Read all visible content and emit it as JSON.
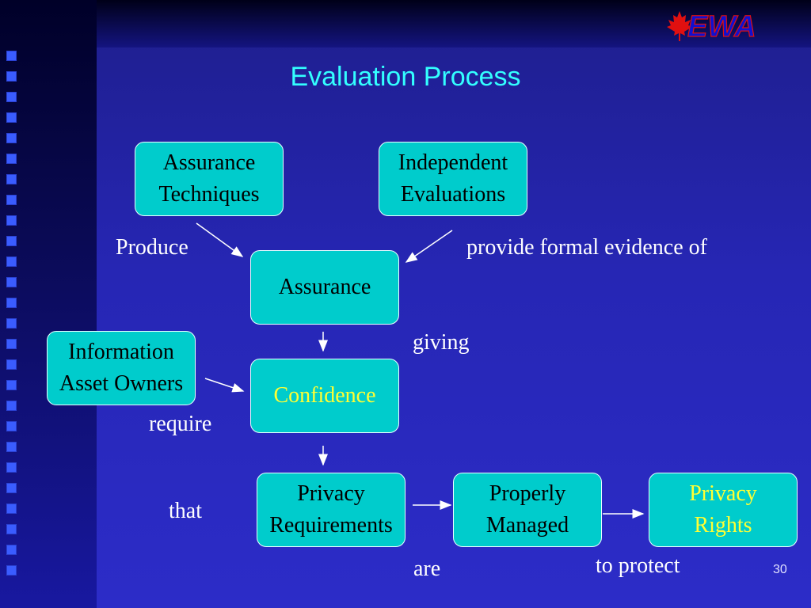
{
  "slide": {
    "title": "Evaluation Process",
    "page_number": "30",
    "logo_text": "EWA"
  },
  "boxes": {
    "assurance_techniques": [
      "Assurance",
      "Techniques"
    ],
    "independent_evaluations": [
      "Independent",
      "Evaluations"
    ],
    "assurance": [
      "Assurance"
    ],
    "information_asset_owners": [
      "Information",
      "Asset Owners"
    ],
    "confidence": [
      "Confidence"
    ],
    "privacy_requirements": [
      "Privacy",
      "Requirements"
    ],
    "properly_managed": [
      "Properly",
      "Managed"
    ],
    "privacy_rights": [
      "Privacy",
      "Rights"
    ]
  },
  "labels": {
    "produce": "Produce",
    "provide_formal_evidence": "provide formal evidence of",
    "giving": "giving",
    "require": "require",
    "that": "that",
    "are": "are",
    "to_protect": "to protect"
  },
  "colors": {
    "box_fill": "#00cccc",
    "title": "#33ffff",
    "highlight_text": "#ffff33",
    "label_text": "#ffffff"
  }
}
